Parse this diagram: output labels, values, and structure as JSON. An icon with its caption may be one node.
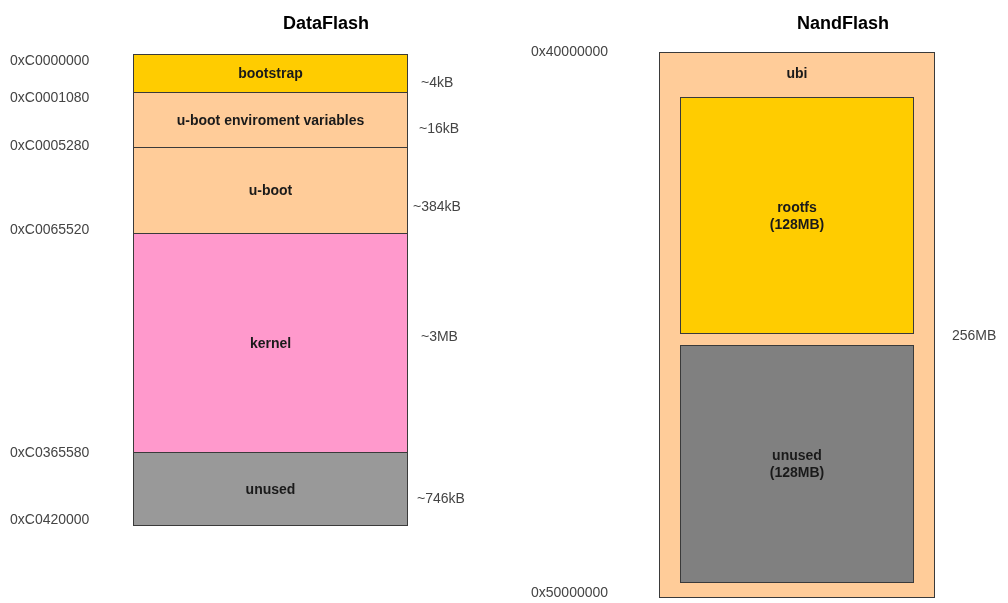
{
  "diagram": {
    "nodes": [
      {
        "text": [
          "bootstrap"
        ],
        "beside": [
          "~4kB"
        ]
      },
      {
        "text": [
          "u-boot enviroment variables"
        ],
        "beside": [
          "~16kB"
        ]
      },
      {
        "text": [
          "u-boot"
        ],
        "beside": [
          "~384kB"
        ]
      },
      {
        "text": [
          "kernel"
        ],
        "beside": [
          "~3MB"
        ]
      },
      {
        "text": [
          "unused"
        ],
        "beside": [
          "~746kB"
        ]
      },
      {
        "text": [
          "ubi"
        ],
        "beside": [
          "256MB"
        ]
      },
      {
        "text": [
          "rootfs",
          "(128MB)"
        ],
        "in": 5
      },
      {
        "text": [
          "unused",
          "(128MB)"
        ],
        "in": 5
      }
    ],
    "labels": [
      "DataFlash",
      "NandFlash",
      "0xC0000000",
      "0xC0001080",
      "0xC0005280",
      "0xC0065520",
      "0xC0365580",
      "0xC0420000",
      "0x40000000",
      "0x50000000"
    ]
  }
}
